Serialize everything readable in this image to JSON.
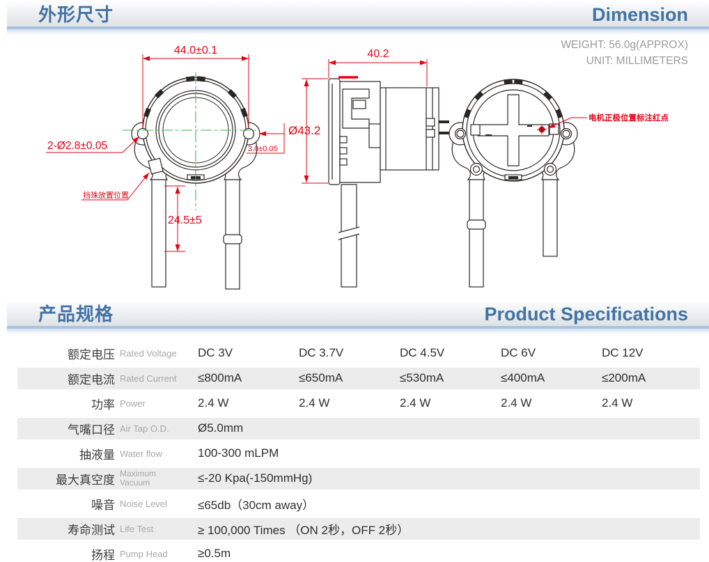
{
  "dimension_section": {
    "title_cn": "外形尺寸",
    "title_en": "Dimension",
    "weight": "WEIGHT: 56.0g(APPROX)",
    "unit": "UNIT: MILLIMETERS",
    "annotations": {
      "mount_width": "44.0±0.1",
      "mount_holes": "2-Ø2.8±0.05",
      "hole_edge_offset": "3.0±0.05",
      "bead_position_note": "挡珠放置位置",
      "tube_length": "24.5±5",
      "body_depth": "40.2",
      "body_diameter": "Ø43.2",
      "motor_polarity_note": "电机正极位置标注红点"
    }
  },
  "specs_section": {
    "title_cn": "产品规格",
    "title_en": "Product Specifications",
    "rows": [
      {
        "label_cn": "额定电压",
        "label_en": "Rated Voltage",
        "shaded": false,
        "values": [
          "DC 3V",
          "DC 3.7V",
          "DC 4.5V",
          "DC 6V",
          "DC 12V"
        ]
      },
      {
        "label_cn": "额定电流",
        "label_en": "Rated Current",
        "shaded": true,
        "values": [
          "≤800mA",
          "≤650mA",
          "≤530mA",
          "≤400mA",
          "≤200mA"
        ]
      },
      {
        "label_cn": "功率",
        "label_en": "Power",
        "shaded": false,
        "values": [
          "2.4 W",
          "2.4 W",
          "2.4 W",
          "2.4 W",
          "2.4 W"
        ]
      },
      {
        "label_cn": "气嘴口径",
        "label_en": "Air Tap O.D.",
        "shaded": true,
        "values": [
          "Ø5.0mm"
        ]
      },
      {
        "label_cn": "抽液量",
        "label_en": "Water flow",
        "shaded": false,
        "values": [
          "100-300 mLPM"
        ]
      },
      {
        "label_cn": "最大真空度",
        "label_en": "Maximum Vacuum",
        "en_wrap": true,
        "shaded": true,
        "values": [
          "≤-20 Kpa(-150mmHg)"
        ]
      },
      {
        "label_cn": "噪音",
        "label_en": "Noise Level",
        "shaded": false,
        "values": [
          "≤65db（30cm away）"
        ]
      },
      {
        "label_cn": "寿命测试",
        "label_en": "Life Test",
        "shaded": true,
        "values": [
          "≥ 100,000 Times （ON 2秒，OFF 2秒）"
        ]
      },
      {
        "label_cn": "扬程",
        "label_en": "Pump Head",
        "shaded": false,
        "values": [
          "≥0.5m"
        ]
      }
    ]
  },
  "colors": {
    "accent_blue": "#4173a5",
    "dimension_red": "#e60012",
    "centerline_green": "#3cb549",
    "row_shade": "#ececec",
    "bar_strip_blue": "#a9c4e1"
  }
}
